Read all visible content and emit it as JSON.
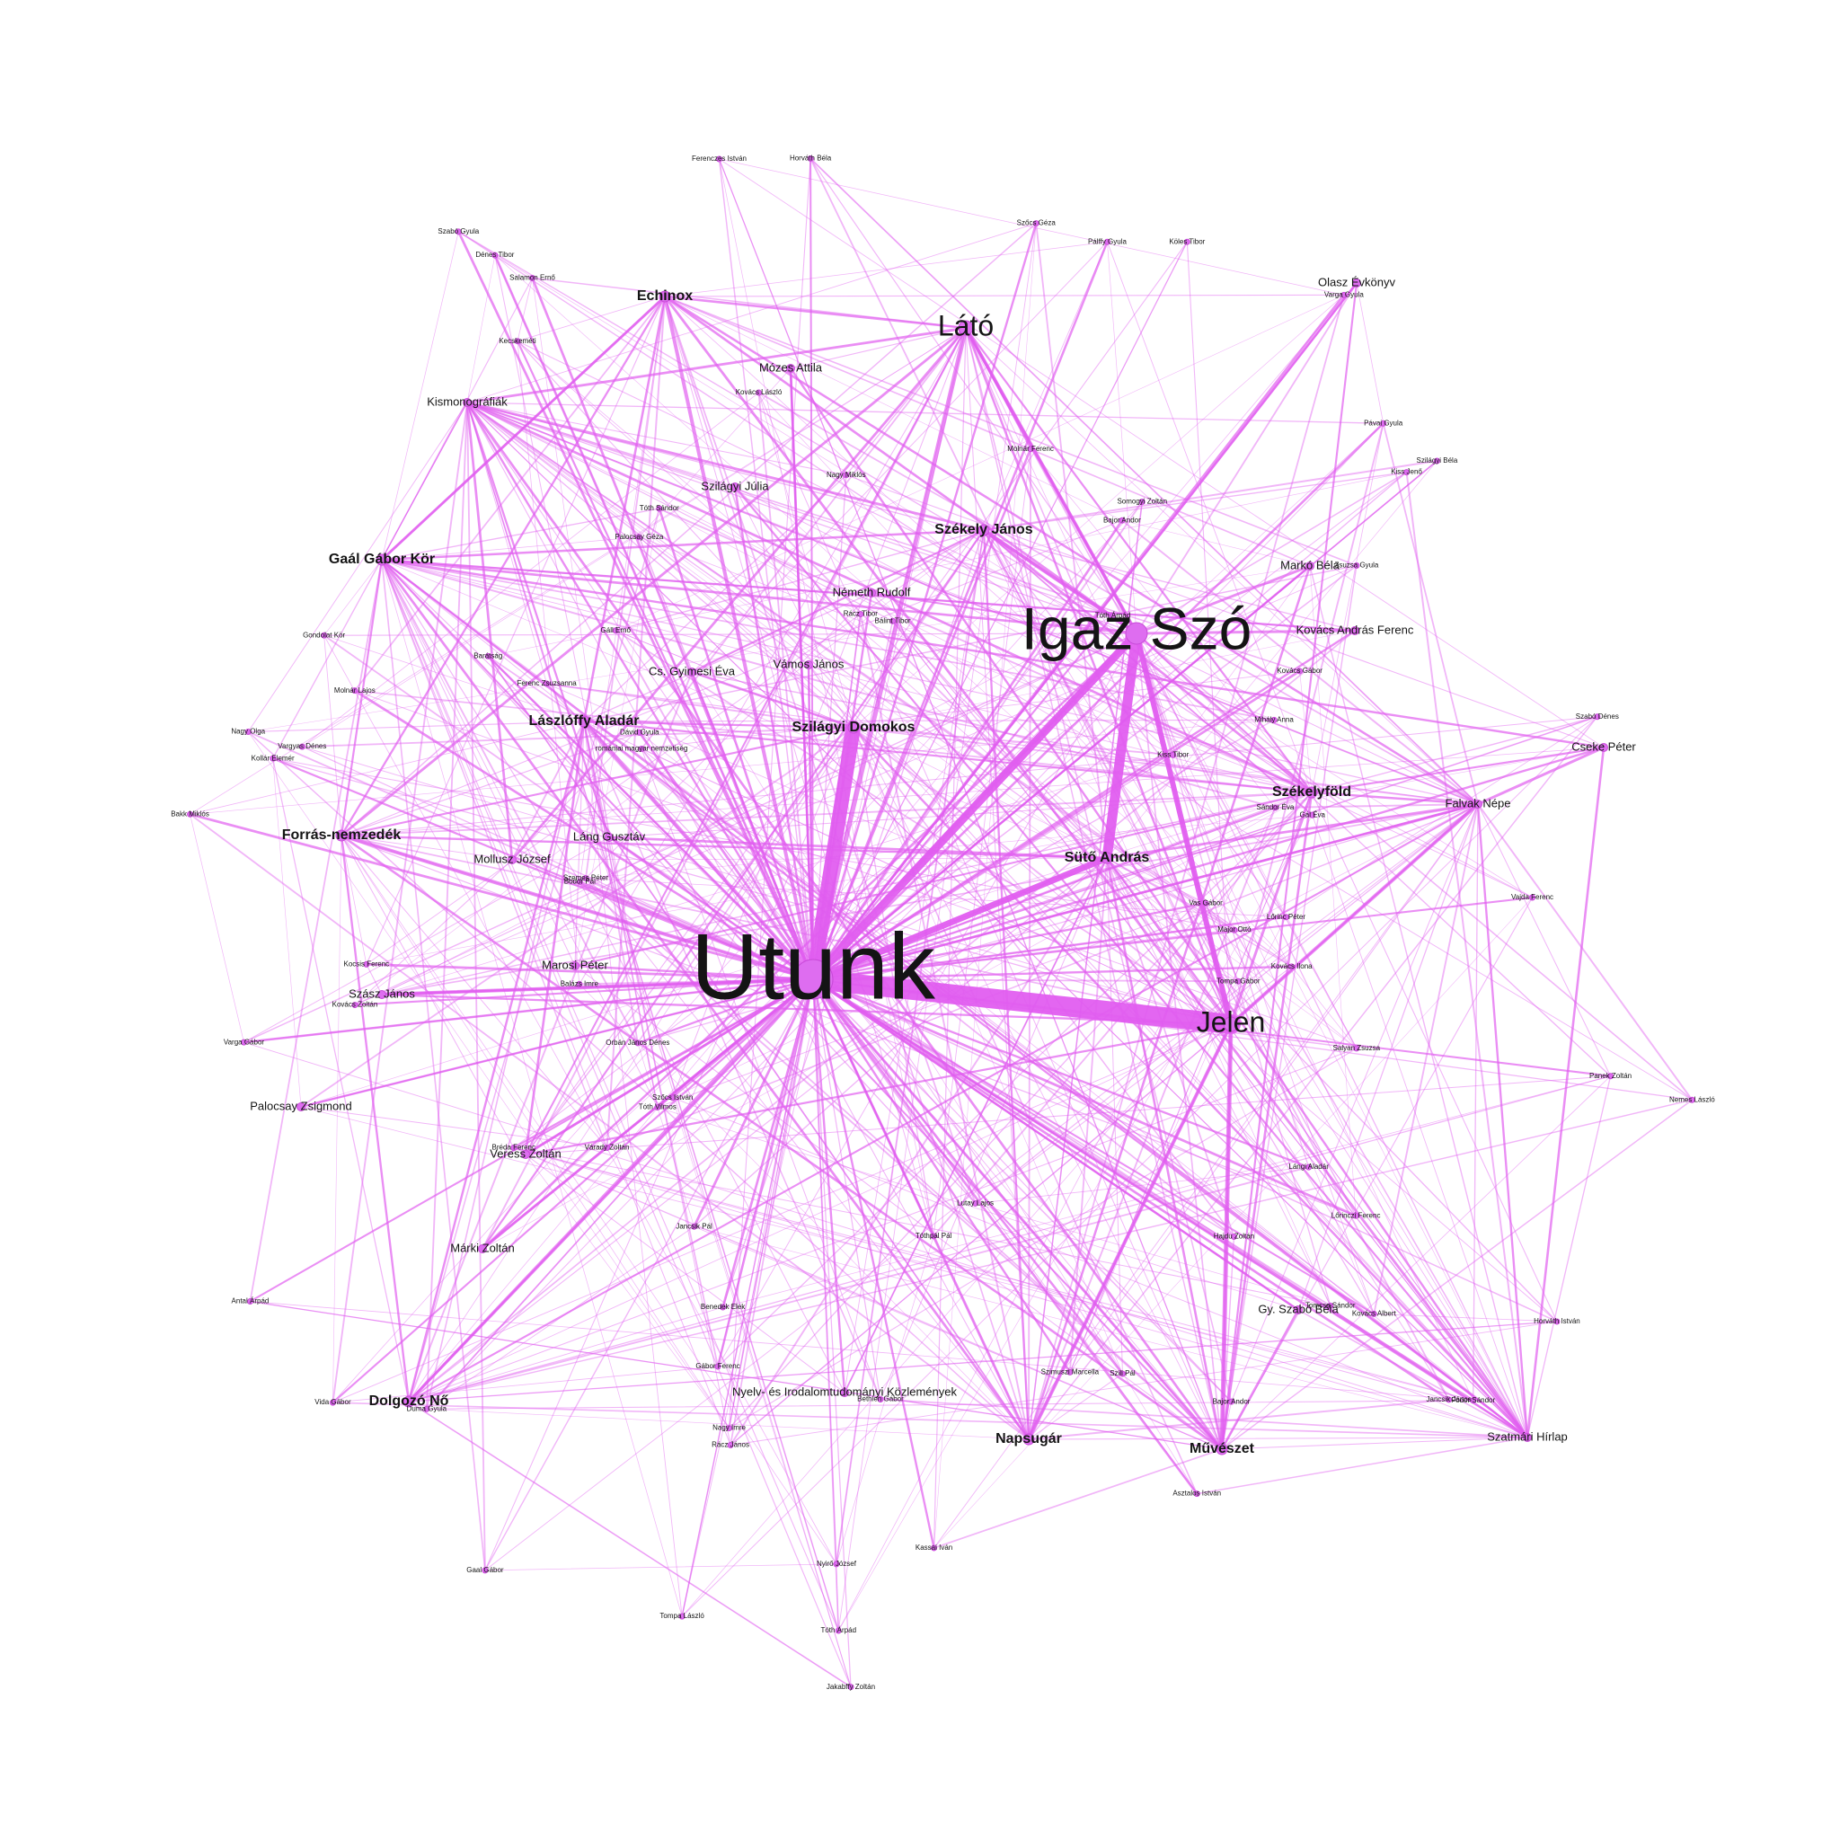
{
  "graph": {
    "edge_color": "#e15ef0",
    "node_color": "#de6df0",
    "label_color": "#141414",
    "nodes": [
      {
        "id": "utunk",
        "label": "Utunk",
        "tier": 1
      },
      {
        "id": "igaz",
        "label": "Igaz Szó",
        "tier": 2
      },
      {
        "id": "jelen",
        "label": "Jelen",
        "tier": 3
      },
      {
        "id": "lato",
        "label": "Látó",
        "tier": 3
      },
      {
        "id": "echinox",
        "label": "Echinox",
        "tier": 4
      },
      {
        "id": "gaal",
        "label": "Gaál Gábor Kör",
        "tier": 4
      },
      {
        "id": "forras",
        "label": "Forrás-nemzedék",
        "tier": 4
      },
      {
        "id": "laszloffy",
        "label": "Lászlóffy Aladár",
        "tier": 4
      },
      {
        "id": "szilagyid",
        "label": "Szilágyi Domokos",
        "tier": 4
      },
      {
        "id": "szekelyj",
        "label": "Székely János",
        "tier": 4
      },
      {
        "id": "suto",
        "label": "Sütő András",
        "tier": 4
      },
      {
        "id": "szekelyfold",
        "label": "Székelyföld",
        "tier": 4
      },
      {
        "id": "napsugar",
        "label": "Napsugár",
        "tier": 4
      },
      {
        "id": "muveszet",
        "label": "Művészet",
        "tier": 4
      },
      {
        "id": "dolgozo",
        "label": "Dolgozó Nő",
        "tier": 4
      },
      {
        "id": "szilagyij",
        "label": "Szilágyi Júlia",
        "tier": 5
      },
      {
        "id": "mozes",
        "label": "Mózes Attila",
        "tier": 5
      },
      {
        "id": "kismono",
        "label": "Kismonográfiák",
        "tier": 5
      },
      {
        "id": "nemethr",
        "label": "Németh Rudolf",
        "tier": 5
      },
      {
        "id": "gyimesi",
        "label": "Cs. Gyimesi Éva",
        "tier": 5
      },
      {
        "id": "vamos",
        "label": "Vámos János",
        "tier": 5
      },
      {
        "id": "lang",
        "label": "Láng Gusztáv",
        "tier": 5
      },
      {
        "id": "mollusz",
        "label": "Mollusz József",
        "tier": 5
      },
      {
        "id": "marosi",
        "label": "Marosi Péter",
        "tier": 5
      },
      {
        "id": "szasz",
        "label": "Szász János",
        "tier": 5
      },
      {
        "id": "palocsay",
        "label": "Palocsay Zsigmond",
        "tier": 5
      },
      {
        "id": "veress",
        "label": "Veress Zoltán",
        "tier": 5
      },
      {
        "id": "marki",
        "label": "Márki Zoltán",
        "tier": 5
      },
      {
        "id": "markeb",
        "label": "Markó Béla",
        "tier": 5
      },
      {
        "id": "kovacsaf",
        "label": "Kovács András Ferenc",
        "tier": 5
      },
      {
        "id": "falvak",
        "label": "Falvak Népe",
        "tier": 5
      },
      {
        "id": "cseke",
        "label": "Cseke Péter",
        "tier": 5
      },
      {
        "id": "nyelv",
        "label": "Nyelv- és Irodalomtudományi Közlemények",
        "tier": 5
      },
      {
        "id": "szatmari",
        "label": "Szatmári Hírlap",
        "tier": 5
      },
      {
        "id": "olasz",
        "label": "Olasz Évkönyv",
        "tier": 5
      },
      {
        "id": "gyszabo",
        "label": "Gy. Szabó Béla",
        "tier": 5
      },
      {
        "id": "n_1",
        "label": "Nemes László",
        "tier": 6
      },
      {
        "id": "n_2",
        "label": "Tompa Gábor",
        "tier": 6
      },
      {
        "id": "n_3",
        "label": "Panek Zoltán",
        "tier": 6
      },
      {
        "id": "n_4",
        "label": "Salyan Zsuzsa",
        "tier": 6
      },
      {
        "id": "n_5",
        "label": "Lángi Aladár",
        "tier": 6
      },
      {
        "id": "n_6",
        "label": "Horváth István",
        "tier": 6
      },
      {
        "id": "n_7",
        "label": "Tomcsa Sándor",
        "tier": 6
      },
      {
        "id": "n_8",
        "label": "Lőrinczi Ferenc",
        "tier": 6
      },
      {
        "id": "n_9",
        "label": "Kovács Albert",
        "tier": 6
      },
      {
        "id": "n_10",
        "label": "Fodor Sándor",
        "tier": 6
      },
      {
        "id": "n_11",
        "label": "Jancsik János",
        "tier": 6
      },
      {
        "id": "n_12",
        "label": "Hajdu Zoltán",
        "tier": 6
      },
      {
        "id": "n_13",
        "label": "Bajor Andor",
        "tier": 6
      },
      {
        "id": "n_14",
        "label": "Asztalos István",
        "tier": 6
      },
      {
        "id": "n_15",
        "label": "Szimuszi Marcella",
        "tier": 6
      },
      {
        "id": "n_16",
        "label": "Lutay Lajos",
        "tier": 6
      },
      {
        "id": "n_17",
        "label": "Szili Pál",
        "tier": 6
      },
      {
        "id": "n_18",
        "label": "Tóthpál Pál",
        "tier": 6
      },
      {
        "id": "n_19",
        "label": "Kassai Iván",
        "tier": 6
      },
      {
        "id": "n_20",
        "label": "Bethlen Gábor",
        "tier": 6
      },
      {
        "id": "n_21",
        "label": "Tóth Árpád",
        "tier": 6
      },
      {
        "id": "n_22",
        "label": "Nyirő József",
        "tier": 6
      },
      {
        "id": "n_23",
        "label": "Jakabffy Zoltán",
        "tier": 6
      },
      {
        "id": "n_24",
        "label": "Tompa László",
        "tier": 6
      },
      {
        "id": "n_25",
        "label": "Nagy Imre",
        "tier": 6
      },
      {
        "id": "n_26",
        "label": "Benedek Elek",
        "tier": 6
      },
      {
        "id": "n_27",
        "label": "Rácz János",
        "tier": 6
      },
      {
        "id": "n_28",
        "label": "Gábor Ferenc",
        "tier": 6
      },
      {
        "id": "n_29",
        "label": "Gaal Gábor",
        "tier": 6
      },
      {
        "id": "n_30",
        "label": "Jancsik Pál",
        "tier": 6
      },
      {
        "id": "n_31",
        "label": "Duma Gyula",
        "tier": 6
      },
      {
        "id": "n_32",
        "label": "Szőcs István",
        "tier": 6
      },
      {
        "id": "n_33",
        "label": "Várady Zoltán",
        "tier": 6
      },
      {
        "id": "n_34",
        "label": "Vida Gábor",
        "tier": 6
      },
      {
        "id": "n_35",
        "label": "Tóth Vilmos",
        "tier": 6
      },
      {
        "id": "n_36",
        "label": "Antal Árpád",
        "tier": 6
      },
      {
        "id": "n_37",
        "label": "Orbán János Dénes",
        "tier": 6
      },
      {
        "id": "n_38",
        "label": "Bréda Ferenc",
        "tier": 6
      },
      {
        "id": "n_39",
        "label": "Kovács Zoltán",
        "tier": 6
      },
      {
        "id": "n_40",
        "label": "Varga Gábor",
        "tier": 6
      },
      {
        "id": "n_41",
        "label": "Balázs Imre",
        "tier": 6
      },
      {
        "id": "n_42",
        "label": "Kocsis Ferenc",
        "tier": 6
      },
      {
        "id": "n_43",
        "label": "Bodor Pál",
        "tier": 6
      },
      {
        "id": "n_44",
        "label": "Bakk Miklós",
        "tier": 6
      },
      {
        "id": "n_45",
        "label": "Szemes Péter",
        "tier": 6
      },
      {
        "id": "n_46",
        "label": "Vargyas Dénes",
        "tier": 6
      },
      {
        "id": "n_47",
        "label": "Kollár Elemér",
        "tier": 6
      },
      {
        "id": "n_48",
        "label": "Nagy Olga",
        "tier": 6
      },
      {
        "id": "n_49",
        "label": "Molnár Lajos",
        "tier": 6
      },
      {
        "id": "n_50",
        "label": "romániai magyar nemzetiség",
        "tier": 6
      },
      {
        "id": "n_51",
        "label": "Gondolat Kör",
        "tier": 6
      },
      {
        "id": "n_52",
        "label": "Ferenc Zsuzsanna",
        "tier": 6
      },
      {
        "id": "n_53",
        "label": "Barátság",
        "tier": 6
      },
      {
        "id": "n_54",
        "label": "Gáll Ernő",
        "tier": 6
      },
      {
        "id": "n_55",
        "label": "Dávid Gyula",
        "tier": 6
      },
      {
        "id": "n_56",
        "label": "Dénes Tibor",
        "tier": 6
      },
      {
        "id": "n_57",
        "label": "Salamon Ernő",
        "tier": 6
      },
      {
        "id": "n_58",
        "label": "Palocsay Géza",
        "tier": 6
      },
      {
        "id": "n_59",
        "label": "Szabó Gyula",
        "tier": 6
      },
      {
        "id": "n_60",
        "label": "Kecskeméti",
        "tier": 6
      },
      {
        "id": "n_61",
        "label": "Tóth Sándor",
        "tier": 6
      },
      {
        "id": "n_62",
        "label": "Ferenczes István",
        "tier": 6
      },
      {
        "id": "n_63",
        "label": "Nagy Miklós",
        "tier": 6
      },
      {
        "id": "n_64",
        "label": "Kovács László",
        "tier": 6
      },
      {
        "id": "n_65",
        "label": "Rácz Tibor",
        "tier": 6
      },
      {
        "id": "n_66",
        "label": "Horváth Béla",
        "tier": 6
      },
      {
        "id": "n_67",
        "label": "Bálint Tibor",
        "tier": 6
      },
      {
        "id": "n_68",
        "label": "Szőcs Géza",
        "tier": 6
      },
      {
        "id": "n_69",
        "label": "Pálffy Gyula",
        "tier": 6
      },
      {
        "id": "n_70",
        "label": "Molnár Ferenc",
        "tier": 6
      },
      {
        "id": "n_71",
        "label": "Somogyi Zoltán",
        "tier": 6
      },
      {
        "id": "n_72",
        "label": "Bajor Andor",
        "tier": 6
      },
      {
        "id": "n_73",
        "label": "Köles Tibor",
        "tier": 6
      },
      {
        "id": "n_74",
        "label": "Tóth Árpád",
        "tier": 6
      },
      {
        "id": "n_75",
        "label": "Varga Gyula",
        "tier": 6
      },
      {
        "id": "n_76",
        "label": "Kiss Jenő",
        "tier": 6
      },
      {
        "id": "n_77",
        "label": "Zsuzsa Gyula",
        "tier": 6
      },
      {
        "id": "n_78",
        "label": "Pávai Gyula",
        "tier": 6
      },
      {
        "id": "n_79",
        "label": "Kovács Gábor",
        "tier": 6
      },
      {
        "id": "n_80",
        "label": "Szilágyi Béla",
        "tier": 6
      },
      {
        "id": "n_81",
        "label": "Mihály Anna",
        "tier": 6
      },
      {
        "id": "n_82",
        "label": "Kiss Tibor",
        "tier": 6
      },
      {
        "id": "n_83",
        "label": "Sándor Éva",
        "tier": 6
      },
      {
        "id": "n_84",
        "label": "Szabó Dénes",
        "tier": 6
      },
      {
        "id": "n_85",
        "label": "Gál Éva",
        "tier": 6
      },
      {
        "id": "n_86",
        "label": "Lőrinc Péter",
        "tier": 6
      },
      {
        "id": "n_87",
        "label": "Vajda Ferenc",
        "tier": 6
      },
      {
        "id": "n_88",
        "label": "Kovács Ilona",
        "tier": 6
      },
      {
        "id": "n_89",
        "label": "Vas Gábor",
        "tier": 6
      },
      {
        "id": "n_90",
        "label": "Major Ottó",
        "tier": 6
      }
    ]
  }
}
